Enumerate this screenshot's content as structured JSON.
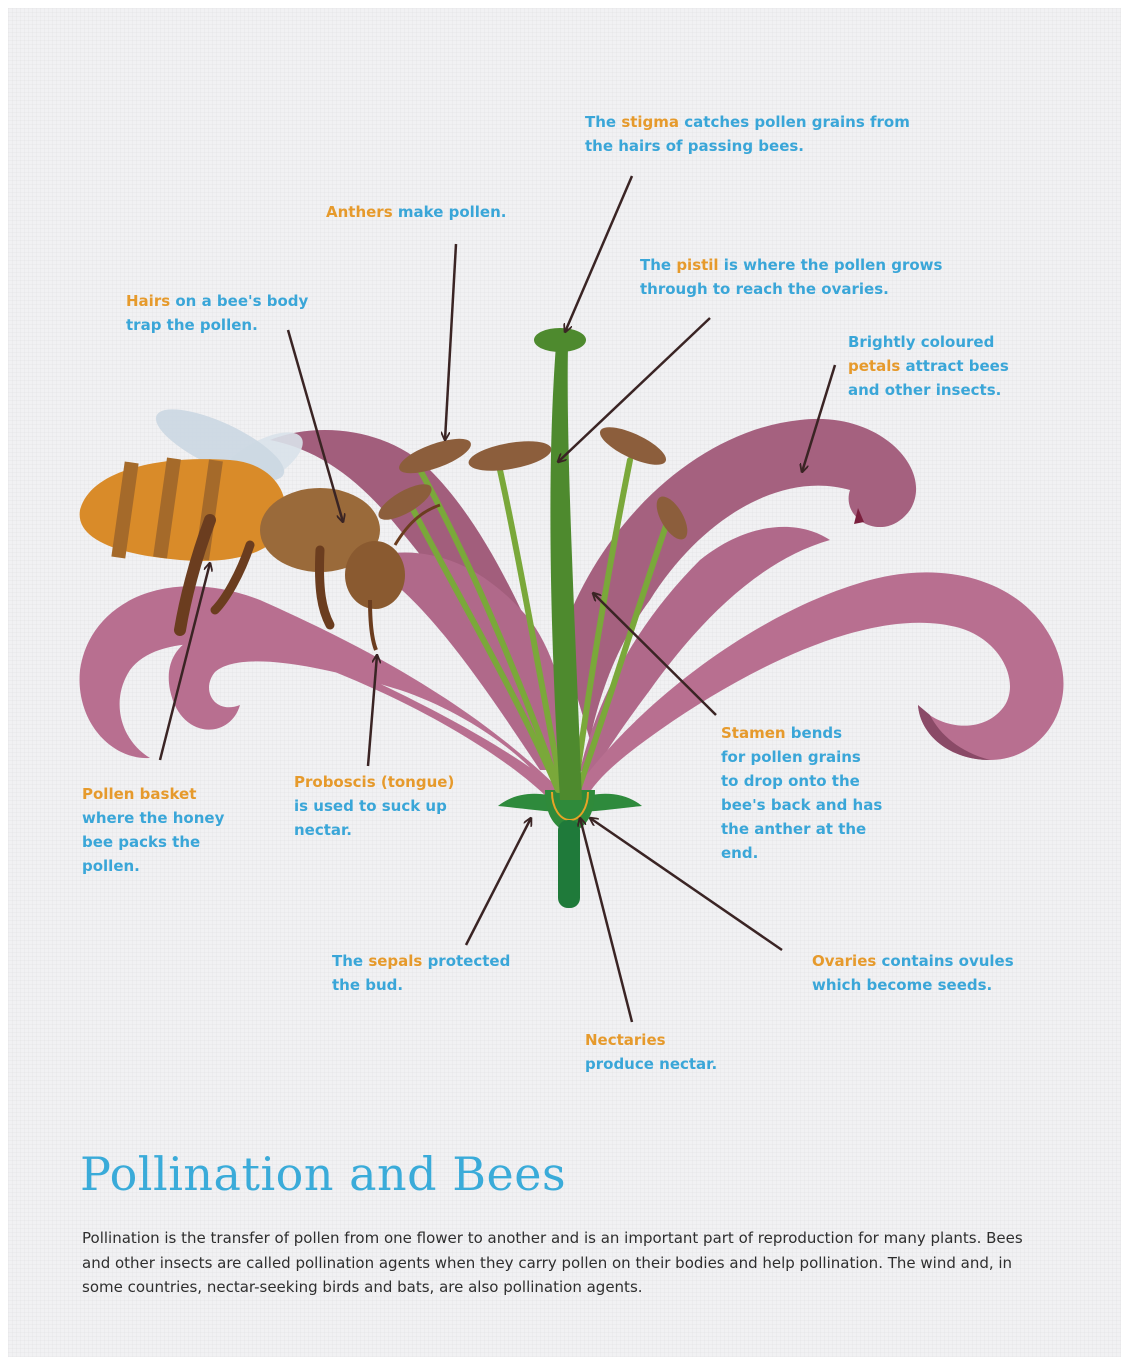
{
  "title": "Pollination and Bees",
  "body": "Pollination is the transfer of pollen from one flower to another and is an important part of reproduction for many plants. Bees and other insects are called pollination agents when they carry pollen on their bodies and help pollination. The wind and, in some countries, nectar-seeking birds and bats, are also pollination agents.",
  "colors": {
    "label_blue": "#3aa6d8",
    "label_orange": "#e69a2c",
    "petal_pink": "#b5728d",
    "petal_dark": "#8a4a67",
    "stem_green": "#4e8a2e",
    "stamen_green": "#7aa83a",
    "anther_brown": "#8c5e3c",
    "arrow_dark": "#3a2424"
  },
  "labels": {
    "stigma": {
      "pre": "The ",
      "key": "stigma",
      "post": " catches pollen grains from\nthe hairs of passing bees."
    },
    "anthers": {
      "pre": "",
      "key": "Anthers",
      "post": " make pollen."
    },
    "pistil": {
      "pre": "The ",
      "key": "pistil",
      "post": " is where the pollen grows\nthrough to reach the ovaries."
    },
    "hairs": {
      "pre": "",
      "key": "Hairs",
      "post": " on a bee's body\ntrap the pollen."
    },
    "petals": {
      "pre": "Brightly coloured\n",
      "key": "petals",
      "post": " attract bees\nand other insects."
    },
    "stamen": {
      "pre": "",
      "key": "Stamen",
      "post": " bends\nfor pollen grains\nto drop onto the\nbee's back and has\nthe anther at the\nend."
    },
    "proboscis": {
      "pre": "",
      "key": "Proboscis (tongue)",
      "post": "\nis used to suck up\nnectar."
    },
    "basket": {
      "pre": "",
      "key": "Pollen basket",
      "post": "\nwhere the honey\nbee packs the\npollen."
    },
    "sepals": {
      "pre": "The ",
      "key": "sepals",
      "post": " protected\nthe bud."
    },
    "ovaries": {
      "pre": "",
      "key": "Ovaries",
      "post": " contains ovules\nwhich become seeds."
    },
    "nectaries": {
      "pre": "",
      "key": "Nectaries",
      "post": "\nproduce nectar."
    }
  }
}
